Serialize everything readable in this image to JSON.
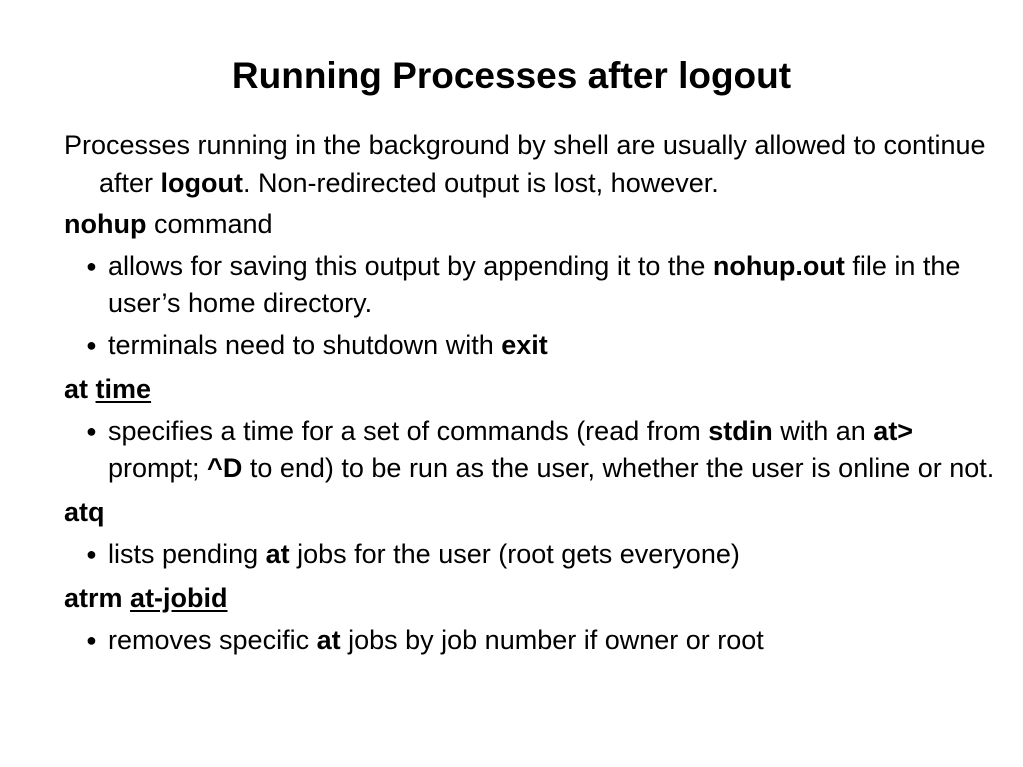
{
  "slide": {
    "title": "Running Processes after logout",
    "intro": {
      "text1": "Processes running in the background by shell are usually allowed to continue after ",
      "bold1": "logout",
      "text2": ". Non-redirected output is lost, however."
    },
    "nohup": {
      "cmd": "nohup",
      "rest": " command",
      "bullets": [
        {
          "text1": "allows for saving this output by appending it to the ",
          "bold1": "nohup.out",
          "text2": " file in the user’s home directory."
        },
        {
          "text1": "terminals need to shutdown with ",
          "bold1": "exit"
        }
      ]
    },
    "at": {
      "cmd": "at",
      "arg": "time",
      "bullets": [
        {
          "text1": "specifies a time for a set of commands (read from ",
          "bold1": "stdin",
          "text2": " with an ",
          "bold2": "at>",
          "text3": " prompt; ",
          "bold3": "^D",
          "text4": " to end) to be run as the user, whether the user is online or not."
        }
      ]
    },
    "atq": {
      "cmd": "atq",
      "bullets": [
        {
          "text1": "lists pending ",
          "bold1": "at",
          "text2": " jobs for the user (root gets everyone)"
        }
      ]
    },
    "atrm": {
      "cmd": "atrm",
      "arg": "at-jobid",
      "bullets": [
        {
          "text1": "removes specific ",
          "bold1": "at",
          "text2": " jobs by job number if owner or root"
        }
      ]
    },
    "bullet_glyph": "●",
    "colors": {
      "background": "#ffffff",
      "text": "#000000"
    }
  }
}
